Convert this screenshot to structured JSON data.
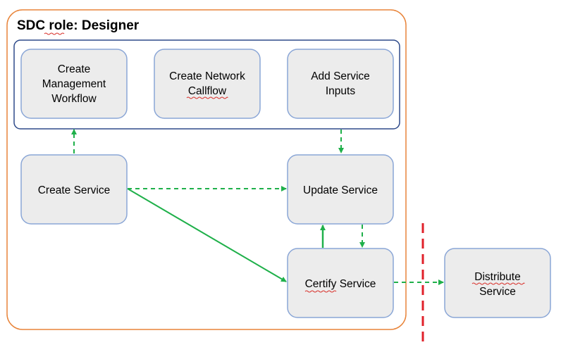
{
  "role_title": "SDC role: Designer",
  "colors": {
    "role_border": "#e8843a",
    "group_border": "#2e4a8a",
    "node_fill": "#ececec",
    "node_border": "#8aa6d6",
    "arrow": "#1fb04a",
    "separator": "#e0202a"
  },
  "nodes": {
    "create_mgmt_workflow": [
      "Create",
      "Management",
      "Workflow"
    ],
    "create_network_callflow": [
      "Create Network",
      "Callflow"
    ],
    "add_service_inputs": [
      "Add Service",
      "Inputs"
    ],
    "create_service": [
      "Create Service"
    ],
    "update_service": [
      "Update Service"
    ],
    "certify_service": [
      "Certify Service"
    ],
    "distribute_service": [
      "Distribute",
      "Service"
    ]
  }
}
